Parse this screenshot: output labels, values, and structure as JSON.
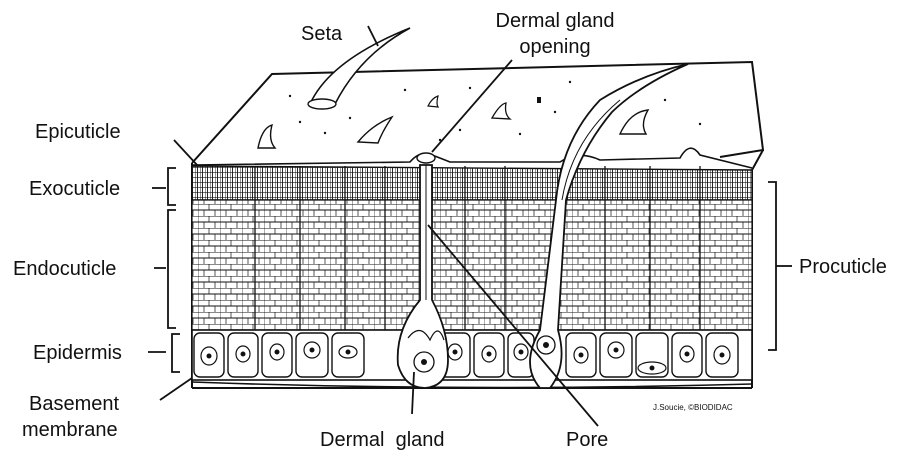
{
  "labels": {
    "seta": "Seta",
    "dermal_gland_opening_line1": "Dermal gland",
    "dermal_gland_opening_line2": "opening",
    "epicuticle": "Epicuticle",
    "exocuticle": "Exocuticle",
    "endocuticle": "Endocuticle",
    "epidermis": "Epidermis",
    "basement_membrane_line1": "Basement",
    "basement_membrane_line2": "membrane",
    "procuticle": "Procuticle",
    "dermal_gland": "Dermal  gland",
    "pore": "Pore"
  },
  "credit": "J.Soucie, ©BIODIDAC",
  "colors": {
    "ink": "#111111",
    "background": "#ffffff"
  }
}
